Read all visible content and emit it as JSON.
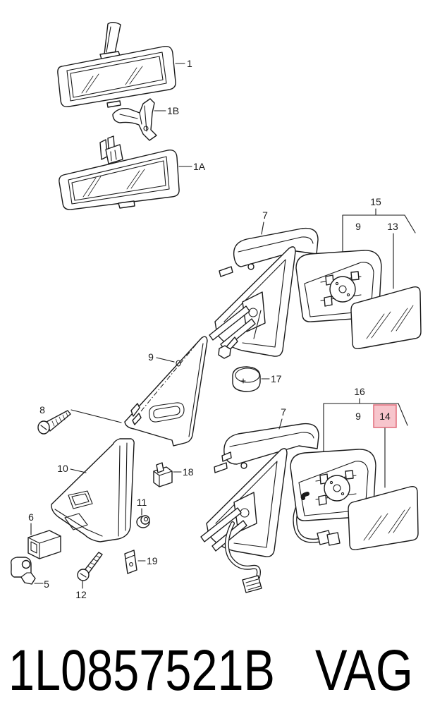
{
  "colors": {
    "background": "#ffffff",
    "line": "#1a1a1a",
    "highlight_fill": "#f7c5cc",
    "highlight_border": "#e06b7a"
  },
  "callouts": {
    "mirror_1": "1",
    "bracket_1b": "1B",
    "mirror_1a": "1A",
    "assembly_15": "15",
    "housing_9_upper": "9",
    "glass_13": "13",
    "base_7_upper": "7",
    "cover_9": "9",
    "pad_17": "17",
    "screw_8": "8",
    "trim_10": "10",
    "clip_18": "18",
    "grommet_11": "11",
    "part_6": "6",
    "part_5": "5",
    "screw_12": "12",
    "clip_19": "19",
    "assembly_16": "16",
    "base_7_lower": "7",
    "housing_9_lower": "9",
    "glass_14": "14"
  },
  "footer": {
    "part_number": "1L0857521B",
    "brand": "VAG"
  }
}
